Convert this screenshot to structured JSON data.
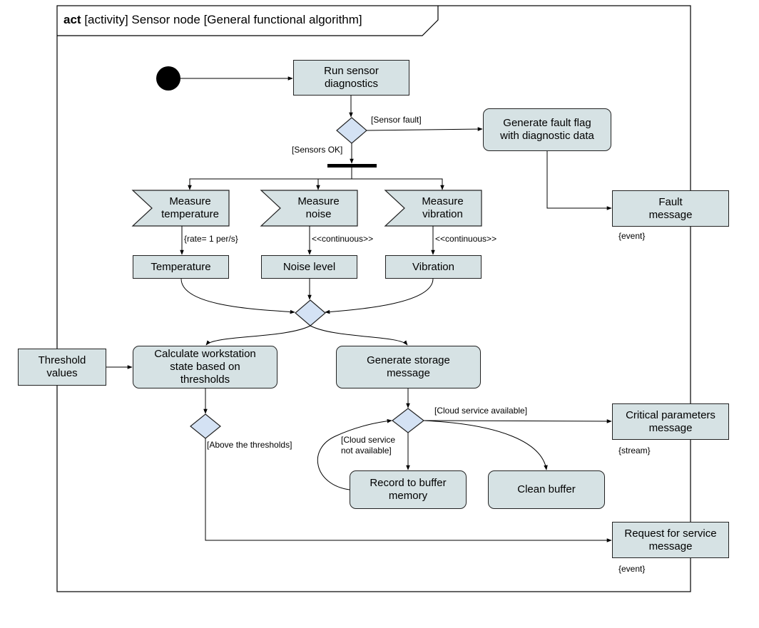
{
  "frame": {
    "title_keyword": "act",
    "title_text": "[activity] Sensor node [General functional algorithm]"
  },
  "nodes": {
    "run_diagnostics": "Run sensor diagnostics",
    "generate_fault_flag": "Generate fault flag with diagnostic data",
    "fault_message": "Fault message",
    "measure_temperature": "Measure temperature",
    "measure_noise": "Measure noise",
    "measure_vibration": "Measure vibration",
    "temperature": "Temperature",
    "noise_level": "Noise level",
    "vibration": "Vibration",
    "threshold_values": "Threshold values",
    "calculate_state": "Calculate workstation state based on thresholds",
    "generate_storage": "Generate storage message",
    "critical_parameters": "Critical parameters message",
    "record_buffer": "Record to buffer memory",
    "clean_buffer": "Clean buffer",
    "request_service": "Request for service message"
  },
  "labels": {
    "sensor_fault": "[Sensor fault]",
    "sensors_ok": "[Sensors OK]",
    "rate": "{rate= 1 per/s}",
    "continuous_noise": "<<continuous>>",
    "continuous_vibration": "<<continuous>>",
    "event_fault": "{event}",
    "cloud_available": "[Cloud service available]",
    "cloud_not_available": "[Cloud service not available]",
    "stream": "{stream}",
    "above_thresholds": "[Above the thresholds]",
    "event_request": "{event}"
  },
  "colors": {
    "fill": "#d6e2e4",
    "diamond_fill": "#d4e2f4",
    "stroke": "#222222"
  }
}
